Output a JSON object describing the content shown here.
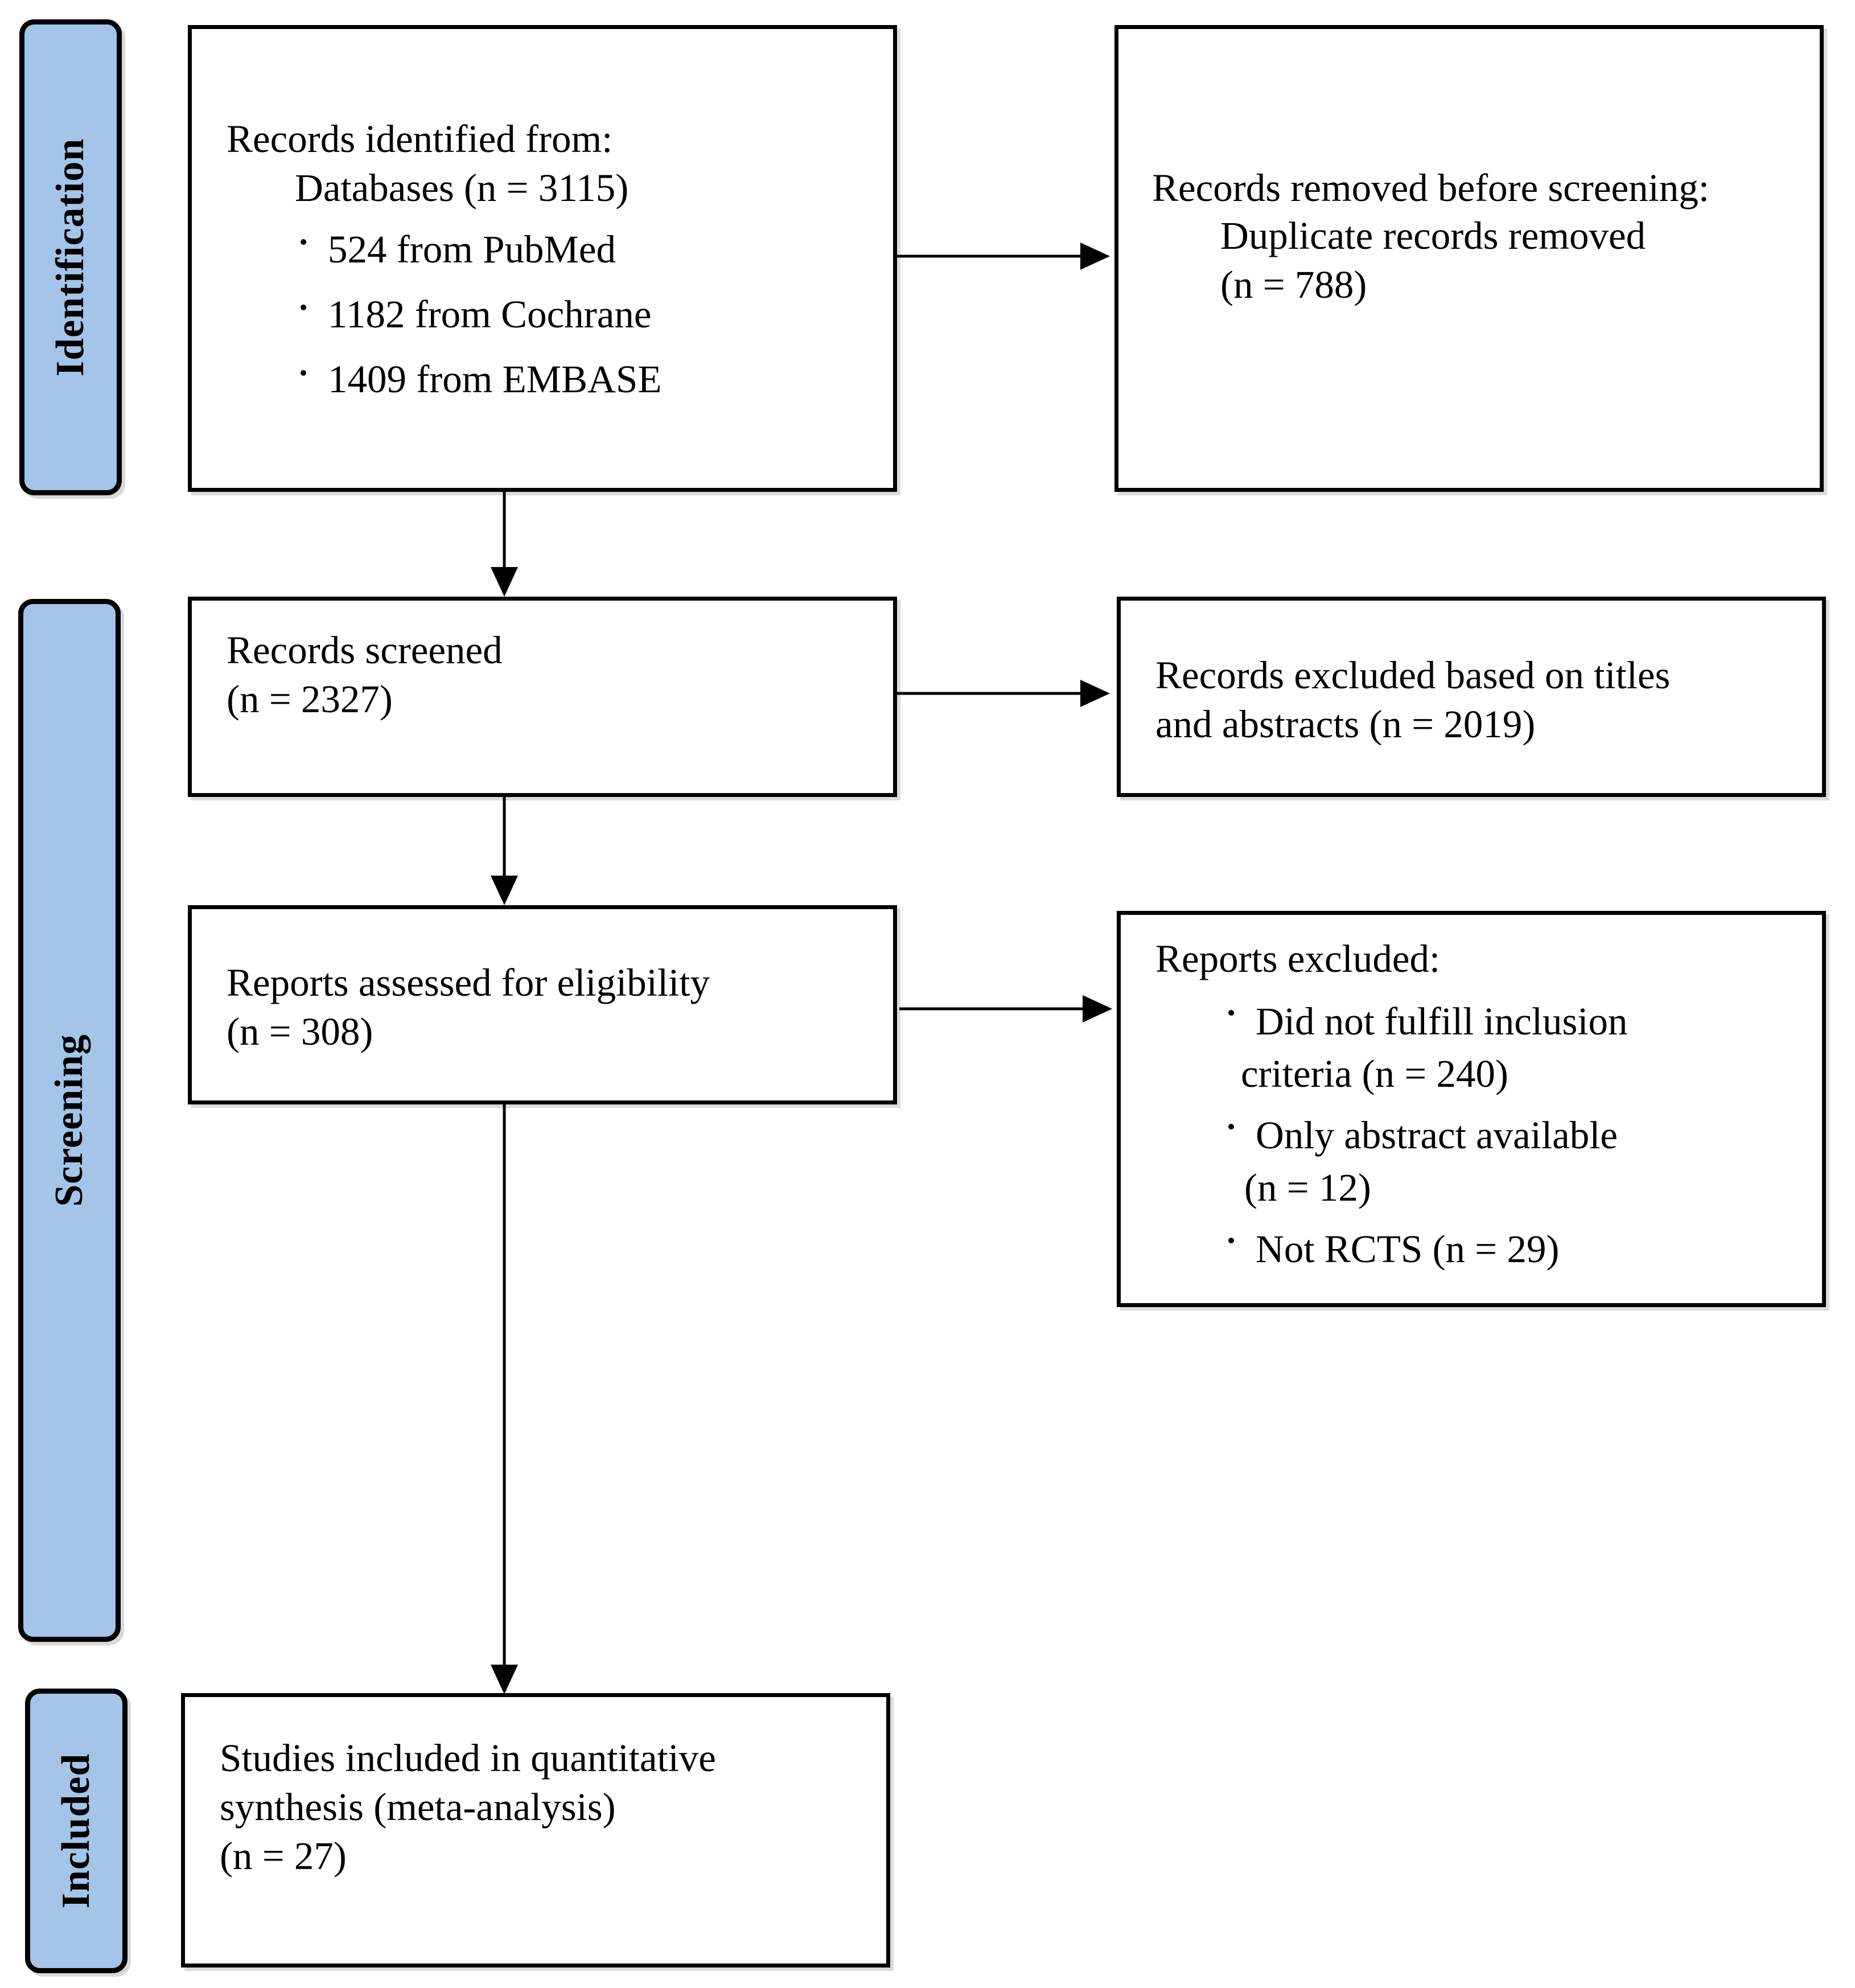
{
  "phases": {
    "identification": "Identification",
    "screening": "Screening",
    "included": "Included"
  },
  "identification_box": {
    "title": "Records identified from:",
    "databases": "Databases (n = 3115)",
    "items": [
      "524 from PubMed",
      "1182 from Cochrane",
      "1409 from EMBASE"
    ]
  },
  "removed_box": {
    "title": "Records removed before screening:",
    "line1": "Duplicate records removed",
    "line2": "(n = 788)"
  },
  "screened_box": {
    "line1": "Records screened",
    "line2": "(n = 2327)"
  },
  "excluded_titles_box": {
    "line1": "Records excluded based on titles",
    "line2": "and abstracts (n = 2019)"
  },
  "eligibility_box": {
    "line1": "Reports assessed for eligibility",
    "line2": "(n = 308)"
  },
  "reports_excluded_box": {
    "title": "Reports excluded:",
    "item1_line1": "Did not fulfill inclusion",
    "item1_line2": "criteria  (n = 240)",
    "item2_line1": "Only abstract available",
    "item2_line2": "(n = 12)",
    "item3": "Not RCTS (n = 29)"
  },
  "included_box": {
    "line1": "Studies included in quantitative",
    "line2": "synthesis (meta-analysis)",
    "line3": "(n = 27)"
  },
  "colors": {
    "phase_fill": "#a4c4e8",
    "stroke": "#000000"
  }
}
